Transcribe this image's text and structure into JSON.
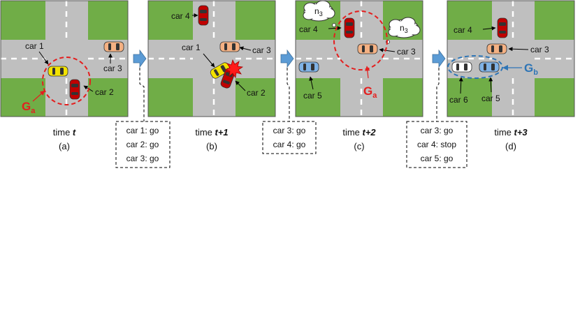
{
  "panels": [
    {
      "time_prefix": "time ",
      "time_value": "t",
      "letter": "(a)",
      "car_labels": [
        "car 1",
        "car 2",
        "car 3"
      ],
      "group": {
        "base": "G",
        "sub": "a",
        "color": "#e41e1e"
      }
    },
    {
      "time_prefix": "time ",
      "time_value": "t+1",
      "letter": "(b)",
      "car_labels": [
        "car 4",
        "car 1",
        "car 3",
        "car 2"
      ]
    },
    {
      "time_prefix": "time ",
      "time_value": "t+2",
      "letter": "(c)",
      "car_labels": [
        "car 4",
        "car 3",
        "car 5"
      ],
      "bubbles": [
        {
          "base": "n",
          "sub": "3"
        },
        {
          "base": "n",
          "sub": "3"
        }
      ],
      "group": {
        "base": "G",
        "sub": "a",
        "color": "#e41e1e"
      }
    },
    {
      "time_prefix": "time ",
      "time_value": "t+3",
      "letter": "(d)",
      "car_labels": [
        "car 4",
        "car 3",
        "car 6",
        "car 5"
      ],
      "group": {
        "base": "G",
        "sub": "b",
        "color": "#2e75b6"
      }
    }
  ],
  "actions": [
    [
      "car 1: go",
      "car 2: go",
      "car 3: go"
    ],
    [
      "car 3: go",
      "car 4: go"
    ],
    [
      "car 3: go",
      "car 4: stop",
      "car 5: go"
    ]
  ],
  "colors": {
    "grass": "#70ad47",
    "road": "#bfbfbf",
    "car_yellow": "#f2e200",
    "car_red": "#c00000",
    "car_orange": "#f4b183",
    "car_blue": "#7fb2e5",
    "car_white": "#ffffff",
    "arrow_blue": "#5b9bd5"
  },
  "icons": [
    "car-icon",
    "collision-icon",
    "thought-bubble-icon",
    "right-arrow-icon"
  ]
}
